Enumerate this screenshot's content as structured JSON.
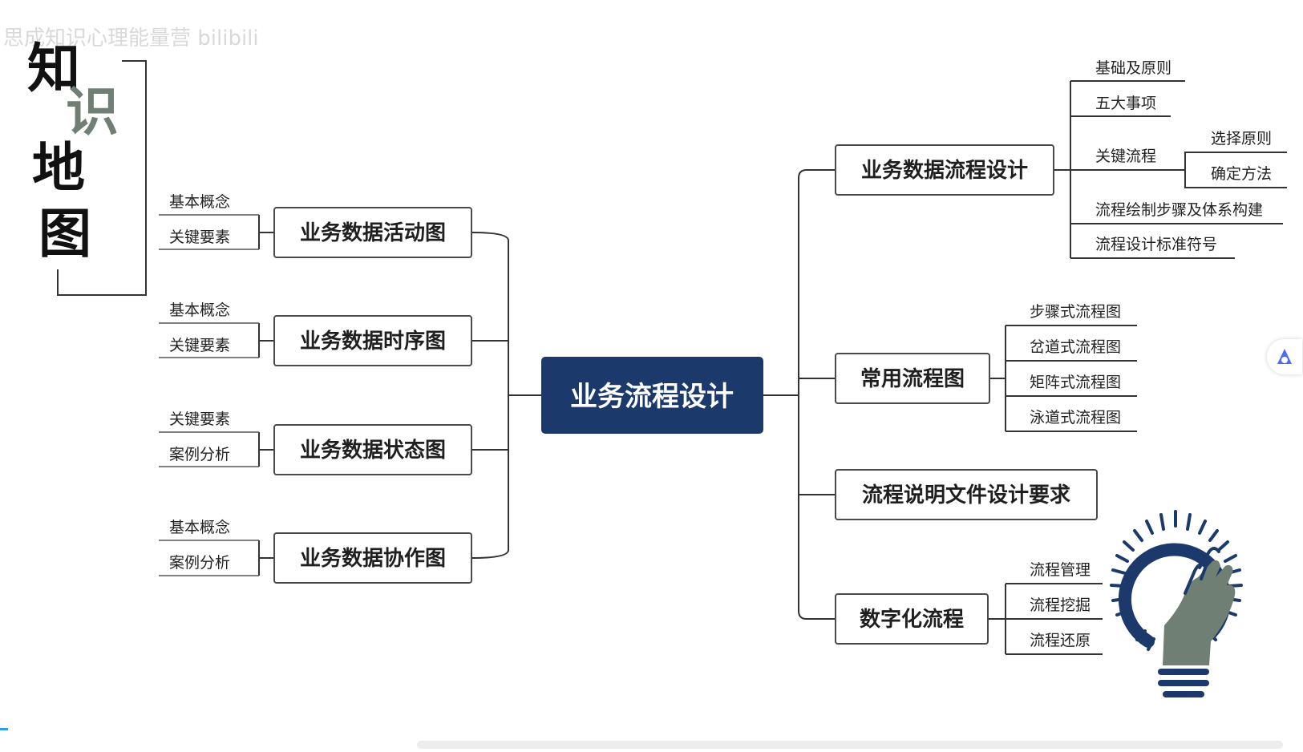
{
  "watermark": {
    "text": "思成知识心理能量营 bilibili"
  },
  "title": {
    "chars": [
      "知",
      "识",
      "地",
      "图"
    ]
  },
  "root": {
    "label": "业务流程设计"
  },
  "colors": {
    "root_fill": "#1b3a6b",
    "accent_green": "#6f7f73",
    "bulb_blue": "#1b3a6b"
  },
  "left_branches": [
    {
      "label": "业务数据活动图",
      "children": [
        "基本概念",
        "关键要素"
      ]
    },
    {
      "label": "业务数据时序图",
      "children": [
        "基本概念",
        "关键要素"
      ]
    },
    {
      "label": "业务数据状态图",
      "children": [
        "关键要素",
        "案例分析"
      ]
    },
    {
      "label": "业务数据协作图",
      "children": [
        "基本概念",
        "案例分析"
      ]
    }
  ],
  "right_branches": [
    {
      "label": "业务数据流程设计",
      "children": [
        {
          "label": "基础及原则"
        },
        {
          "label": "五大事项"
        },
        {
          "label": "关键流程",
          "children": [
            "选择原则",
            "确定方法"
          ]
        },
        {
          "label": "流程绘制步骤及体系构建"
        },
        {
          "label": "流程设计标准符号"
        }
      ]
    },
    {
      "label": "常用流程图",
      "children": [
        {
          "label": "步骤式流程图"
        },
        {
          "label": "岔道式流程图"
        },
        {
          "label": "矩阵式流程图"
        },
        {
          "label": "泳道式流程图"
        }
      ]
    },
    {
      "label": "流程说明文件设计要求",
      "children": []
    },
    {
      "label": "数字化流程",
      "children": [
        {
          "label": "流程管理"
        },
        {
          "label": "流程挖掘"
        },
        {
          "label": "流程还原"
        }
      ]
    }
  ],
  "icons": {
    "bulb": "lightbulb-hand-icon",
    "side": "assistant-icon"
  }
}
